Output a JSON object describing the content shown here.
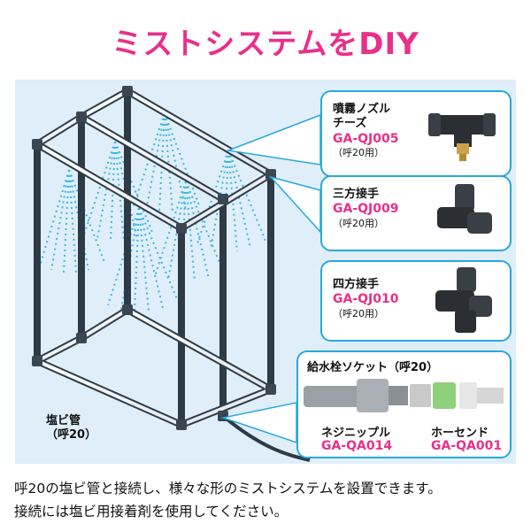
{
  "title": "ミストシステムをDIY",
  "colors": {
    "accent": "#e8308a",
    "pipe": "#2e3a46",
    "mist": "#3bb7e3",
    "panel": "#dfeef8",
    "callout_border": "#29a7df"
  },
  "parts": [
    {
      "name_lines": [
        "噴霧ノズル",
        "チーズ"
      ],
      "code": "GA-QJ005",
      "size": "（呼20用）",
      "icon": "mist-nozzle-tee"
    },
    {
      "name_lines": [
        "三方接手"
      ],
      "code": "GA-QJ009",
      "size": "（呼20用）",
      "icon": "three-way-joint"
    },
    {
      "name_lines": [
        "四方接手"
      ],
      "code": "GA-QJ010",
      "size": "（呼20用）",
      "icon": "four-way-joint"
    }
  ],
  "faucet": {
    "header": "給水栓ソケット（呼20）",
    "left_name": "ネジニップル",
    "left_code": "GA-QA014",
    "right_name": "ホーセンド",
    "right_code": "GA-QA001"
  },
  "pipe_label": [
    "塩ビ管",
    "（呼20）"
  ],
  "caption": [
    "呼20の塩ビ管と接続し、様々な形のミストシステムを設置できます。",
    "接続には塩ビ用接着剤を使用してください。"
  ]
}
